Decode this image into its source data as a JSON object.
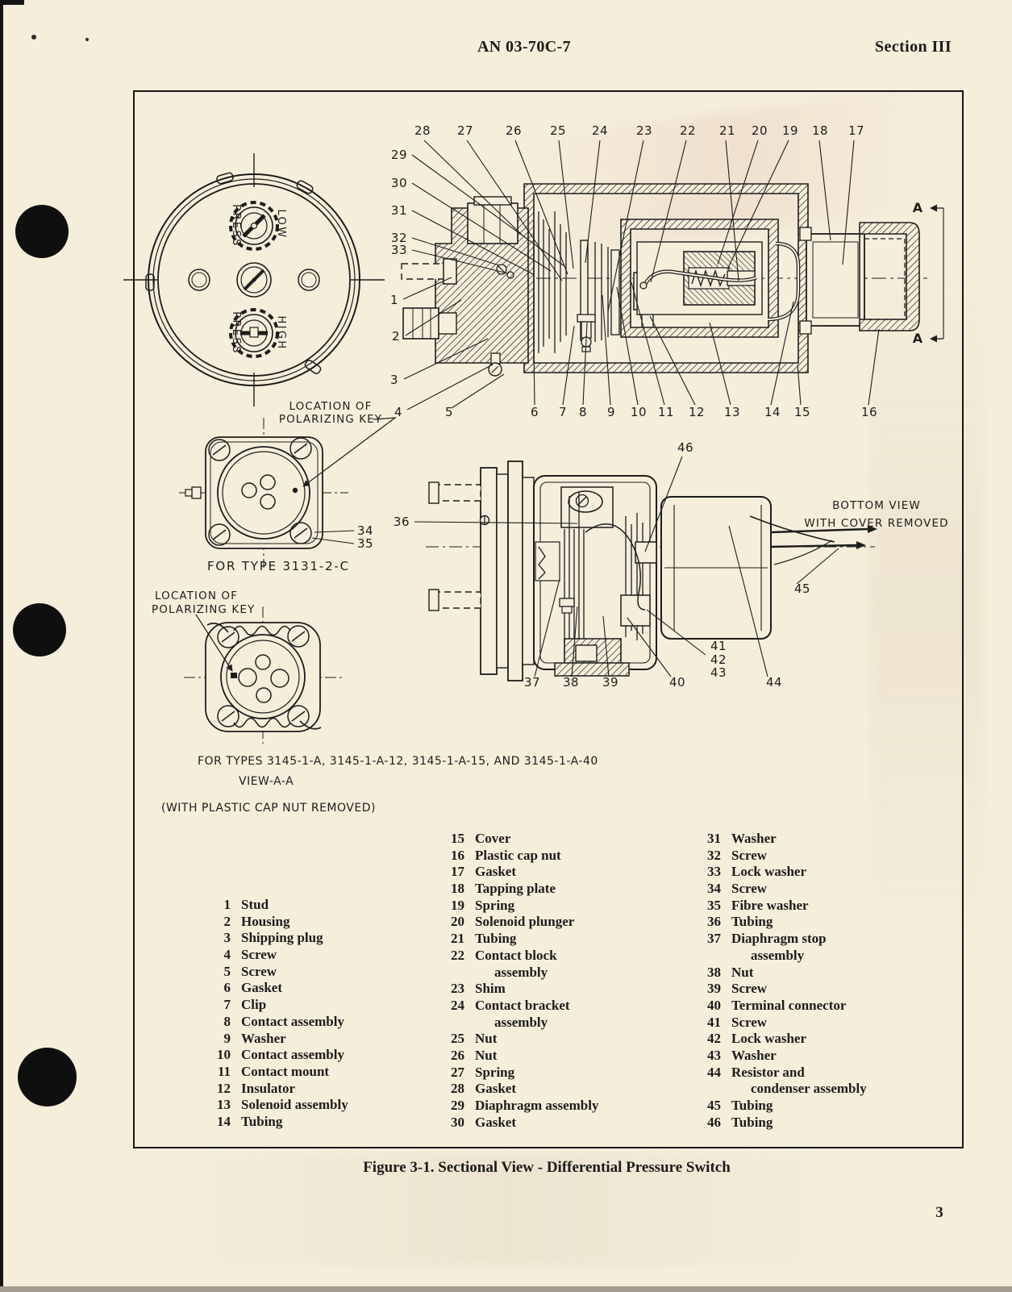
{
  "header": {
    "doc_number": "AN 03-70C-7",
    "section": "Section III"
  },
  "figure": {
    "front_view": {
      "low_port_left": "PRESS",
      "low_port_right": "LOW",
      "high_port_left": "PRESS",
      "high_port_right": "HIGH"
    },
    "connector_3131": {
      "key_label_line1": "LOCATION OF",
      "key_label_line2": "POLARIZING KEY",
      "caption": "FOR TYPE 3131-2-C"
    },
    "connector_3145": {
      "key_label_line1": "LOCATION OF",
      "key_label_line2": "POLARIZING KEY",
      "caption": "FOR TYPES 3145-1-A, 3145-1-A-12, 3145-1-A-15, AND 3145-1-A-40",
      "view_label": "VIEW-A-A",
      "note": "(WITH PLASTIC CAP NUT REMOVED)"
    },
    "bottom_view": {
      "label_line1": "BOTTOM VIEW",
      "label_line2": "WITH COVER REMOVED"
    },
    "section_marker": "A",
    "callouts": {
      "top": [
        "28",
        "27",
        "26",
        "25",
        "24",
        "23",
        "22",
        "21",
        "20",
        "19",
        "18",
        "17"
      ],
      "left": [
        "29",
        "30",
        "31",
        "32",
        "33"
      ],
      "lower_left": [
        "1",
        "2",
        "3",
        "4",
        "5"
      ],
      "bottom": [
        "6",
        "7",
        "8",
        "9",
        "10",
        "11",
        "12",
        "13",
        "14",
        "15",
        "16"
      ],
      "square_connector": [
        "34",
        "35"
      ],
      "bottom_view_top": "46",
      "bottom_view_left": "36",
      "bottom_view_right": "45",
      "bottom_view_stack": [
        "41",
        "42",
        "43"
      ],
      "bottom_view_bottom": [
        "37",
        "38",
        "39",
        "40",
        "44"
      ]
    }
  },
  "parts_list": {
    "columns": [
      {
        "items": [
          {
            "num": "1",
            "lines": [
              "Stud"
            ]
          },
          {
            "num": "2",
            "lines": [
              "Housing"
            ]
          },
          {
            "num": "3",
            "lines": [
              "Shipping plug"
            ]
          },
          {
            "num": "4",
            "lines": [
              "Screw"
            ]
          },
          {
            "num": "5",
            "lines": [
              "Screw"
            ]
          },
          {
            "num": "6",
            "lines": [
              "Gasket"
            ]
          },
          {
            "num": "7",
            "lines": [
              "Clip"
            ]
          },
          {
            "num": "8",
            "lines": [
              "Contact assembly"
            ]
          },
          {
            "num": "9",
            "lines": [
              "Washer"
            ]
          },
          {
            "num": "10",
            "lines": [
              "Contact assembly"
            ]
          },
          {
            "num": "11",
            "lines": [
              "Contact mount"
            ]
          },
          {
            "num": "12",
            "lines": [
              "Insulator"
            ]
          },
          {
            "num": "13",
            "lines": [
              "Solenoid assembly"
            ]
          },
          {
            "num": "14",
            "lines": [
              "Tubing"
            ]
          }
        ]
      },
      {
        "items": [
          {
            "num": "15",
            "lines": [
              "Cover"
            ]
          },
          {
            "num": "16",
            "lines": [
              "Plastic cap nut"
            ]
          },
          {
            "num": "17",
            "lines": [
              "Gasket"
            ]
          },
          {
            "num": "18",
            "lines": [
              "Tapping plate"
            ]
          },
          {
            "num": "19",
            "lines": [
              "Spring"
            ]
          },
          {
            "num": "20",
            "lines": [
              "Solenoid plunger"
            ]
          },
          {
            "num": "21",
            "lines": [
              "Tubing"
            ]
          },
          {
            "num": "22",
            "lines": [
              "Contact block",
              "assembly"
            ]
          },
          {
            "num": "23",
            "lines": [
              "Shim"
            ]
          },
          {
            "num": "24",
            "lines": [
              "Contact bracket",
              "assembly"
            ]
          },
          {
            "num": "25",
            "lines": [
              "Nut"
            ]
          },
          {
            "num": "26",
            "lines": [
              "Nut"
            ]
          },
          {
            "num": "27",
            "lines": [
              "Spring"
            ]
          },
          {
            "num": "28",
            "lines": [
              "Gasket"
            ]
          },
          {
            "num": "29",
            "lines": [
              "Diaphragm assembly"
            ]
          },
          {
            "num": "30",
            "lines": [
              "Gasket"
            ]
          }
        ]
      },
      {
        "items": [
          {
            "num": "31",
            "lines": [
              "Washer"
            ]
          },
          {
            "num": "32",
            "lines": [
              "Screw"
            ]
          },
          {
            "num": "33",
            "lines": [
              "Lock washer"
            ]
          },
          {
            "num": "34",
            "lines": [
              "Screw"
            ]
          },
          {
            "num": "35",
            "lines": [
              "Fibre washer"
            ]
          },
          {
            "num": "36",
            "lines": [
              "Tubing"
            ]
          },
          {
            "num": "37",
            "lines": [
              "Diaphragm stop",
              "assembly"
            ]
          },
          {
            "num": "38",
            "lines": [
              "Nut"
            ]
          },
          {
            "num": "39",
            "lines": [
              "Screw"
            ]
          },
          {
            "num": "40",
            "lines": [
              "Terminal connector"
            ]
          },
          {
            "num": "41",
            "lines": [
              "Screw"
            ]
          },
          {
            "num": "42",
            "lines": [
              "Lock washer"
            ]
          },
          {
            "num": "43",
            "lines": [
              "Washer"
            ]
          },
          {
            "num": "44",
            "lines": [
              "Resistor and",
              "condenser assembly"
            ]
          },
          {
            "num": "45",
            "lines": [
              "Tubing"
            ]
          },
          {
            "num": "46",
            "lines": [
              "Tubing"
            ]
          }
        ]
      }
    ]
  },
  "footer": {
    "caption": "Figure 3-1. Sectional View - Differential Pressure Switch",
    "page_number": "3"
  }
}
